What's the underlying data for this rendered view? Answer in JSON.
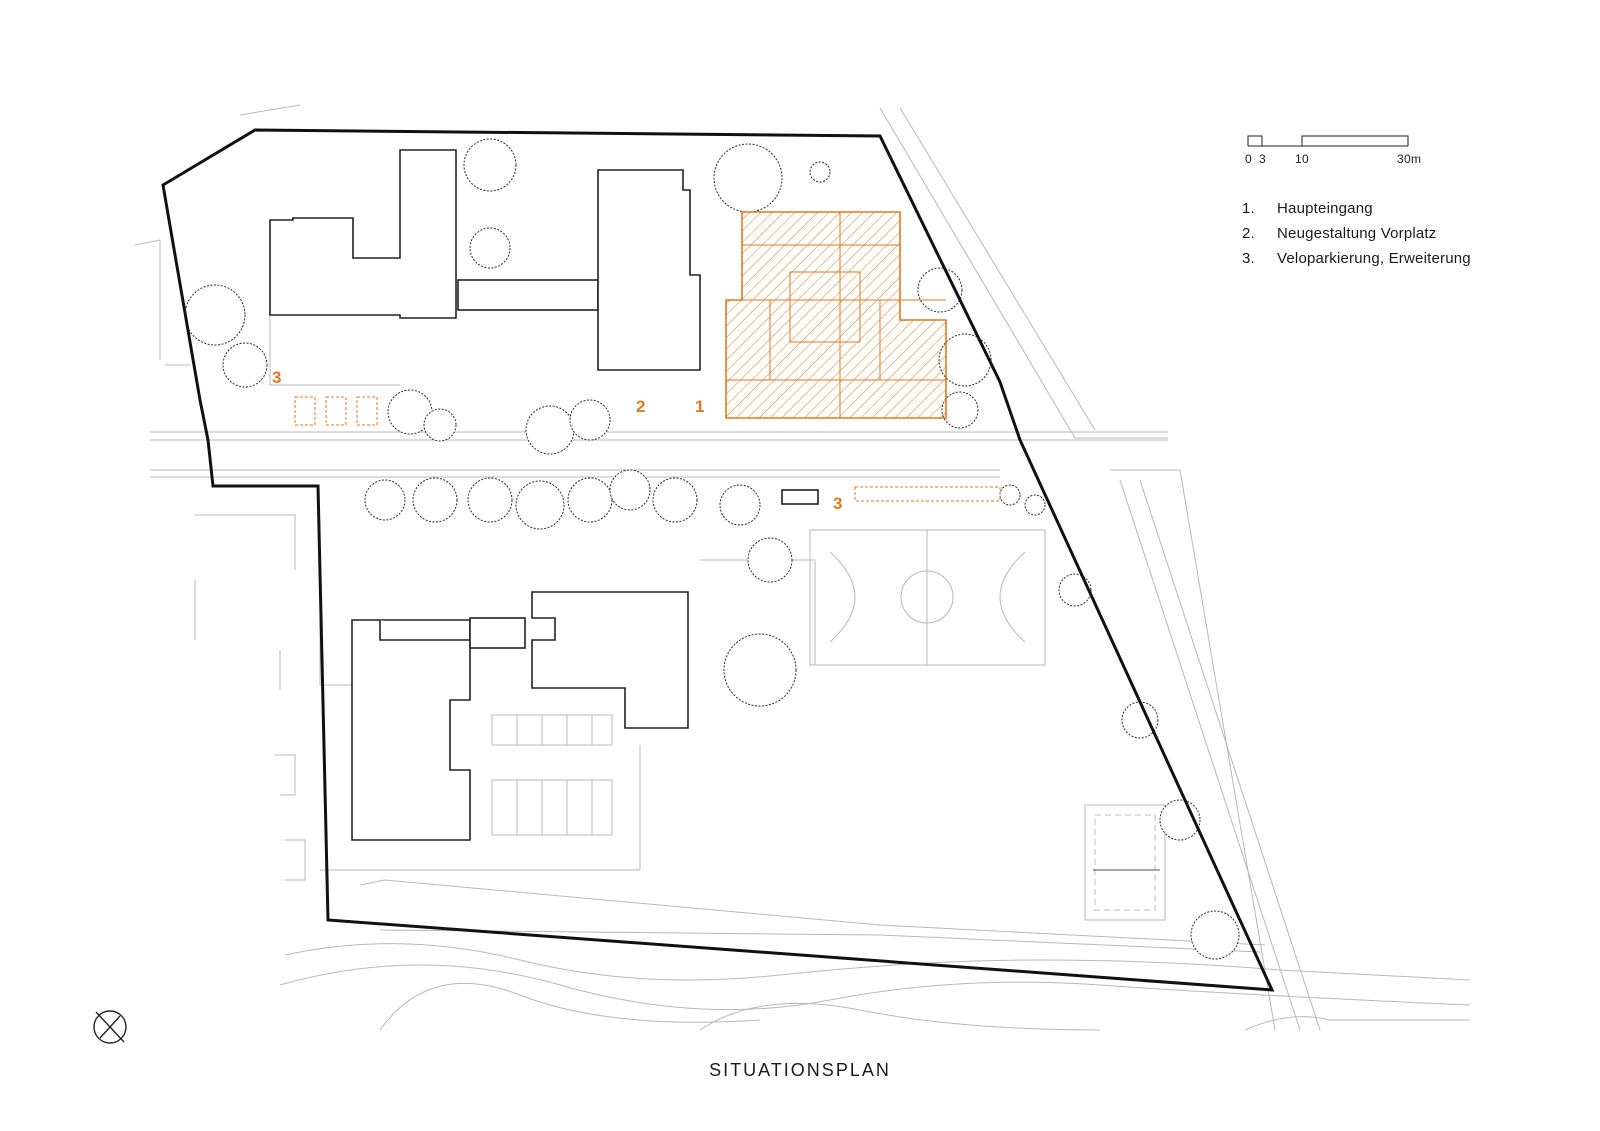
{
  "colors": {
    "boundary": "#111111",
    "building": "#222222",
    "context": "#b5b5b5",
    "accent": "#e07a1f"
  },
  "scale_bar": {
    "labels": [
      "0",
      "3",
      "10",
      "30m"
    ]
  },
  "legend": {
    "items": [
      {
        "num": "1.",
        "label": "Haupteingang"
      },
      {
        "num": "2.",
        "label": "Neugestaltung Vorplatz"
      },
      {
        "num": "3.",
        "label": "Veloparkierung, Erweiterung"
      }
    ]
  },
  "plan_labels": {
    "label_1": "1",
    "label_2": "2",
    "label_3_west": "3",
    "label_3_east": "3"
  },
  "icons": {
    "north_arrow": "north-arrow-icon"
  },
  "title": "SITUATIONSPLAN"
}
